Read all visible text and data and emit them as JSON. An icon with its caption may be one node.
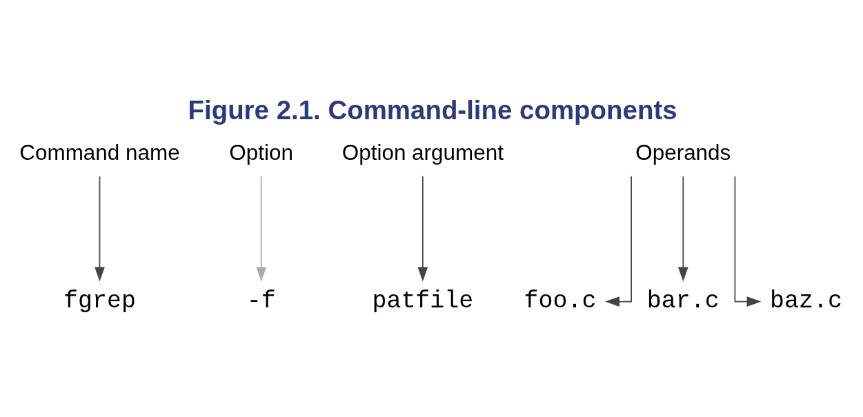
{
  "diagram": {
    "title": "Figure 2.1. Command-line components",
    "nodes": [
      {
        "text": [
          "Command name"
        ]
      },
      {
        "text": [
          "Option"
        ]
      },
      {
        "text": [
          "Option argument"
        ]
      },
      {
        "text": [
          "Operands"
        ]
      },
      {
        "text": [
          "fgrep"
        ]
      },
      {
        "text": [
          "-f"
        ]
      },
      {
        "text": [
          "patfile"
        ]
      },
      {
        "text": [
          "foo.c"
        ]
      },
      {
        "text": [
          "bar.c"
        ]
      },
      {
        "text": [
          "baz.c"
        ]
      }
    ],
    "edges": [
      {
        "from": 0,
        "to": 4,
        "arrow": "to"
      },
      {
        "from": 1,
        "to": 5,
        "arrow": "to",
        "color": "#aaaaaa"
      },
      {
        "from": 2,
        "to": 6,
        "arrow": "to"
      },
      {
        "from": 3,
        "to": 7,
        "arrow": "to"
      },
      {
        "from": 3,
        "to": 8,
        "arrow": "to"
      },
      {
        "from": 3,
        "to": 9,
        "arrow": "to"
      }
    ]
  }
}
